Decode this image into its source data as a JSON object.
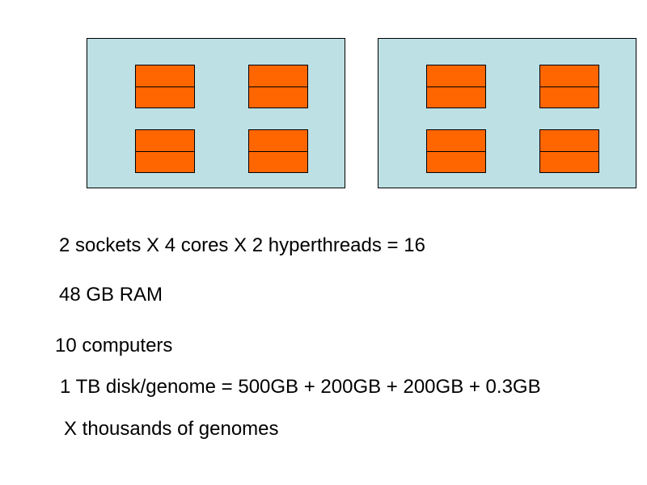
{
  "colors": {
    "socket_fill": "#bde0e4",
    "core_fill": "#ff6600",
    "outline": "#000000"
  },
  "diagram": {
    "sockets": [
      {
        "cores": [
          {
            "threads": 2
          },
          {
            "threads": 2
          },
          {
            "threads": 2
          },
          {
            "threads": 2
          }
        ]
      },
      {
        "cores": [
          {
            "threads": 2
          },
          {
            "threads": 2
          },
          {
            "threads": 2
          },
          {
            "threads": 2
          }
        ]
      }
    ]
  },
  "text_lines": [
    "2 sockets X 4 cores X 2 hyperthreads = 16",
    "48 GB RAM",
    "10 computers",
    "1 TB disk/genome = 500GB + 200GB + 200GB + 0.3GB",
    "X thousands of genomes"
  ]
}
